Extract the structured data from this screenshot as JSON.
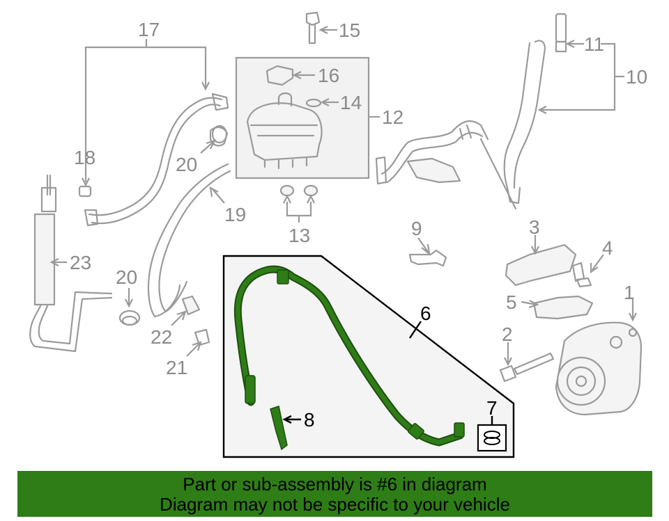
{
  "callouts": {
    "c1": "1",
    "c2": "2",
    "c3": "3",
    "c4": "4",
    "c5": "5",
    "c6": "6",
    "c7": "7",
    "c8": "8",
    "c9": "9",
    "c10": "10",
    "c11": "11",
    "c12": "12",
    "c13": "13",
    "c14": "14",
    "c15": "15",
    "c16": "16",
    "c17": "17",
    "c18": "18",
    "c19": "19",
    "c20a": "20",
    "c20b": "20",
    "c21": "21",
    "c22": "22",
    "c23": "23"
  },
  "banner": {
    "line1": "Part or sub-assembly is #6 in diagram",
    "line2": "Diagram may not be specific to your vehicle"
  },
  "colors": {
    "highlight_part": "#2e7d17",
    "banner_bg": "#2e7d17",
    "line_art": "#9a9a9a"
  }
}
